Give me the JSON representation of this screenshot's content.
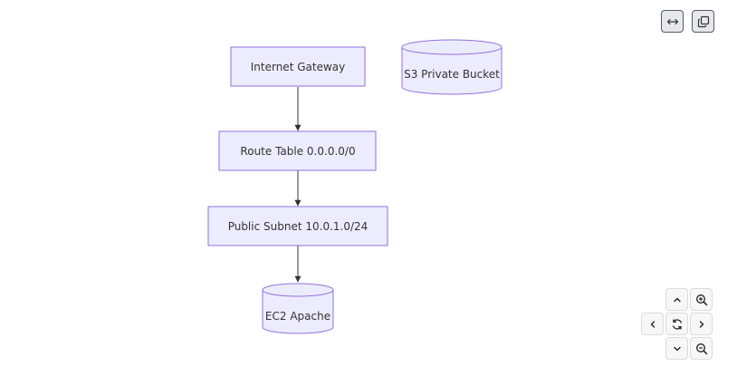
{
  "nodes": {
    "internet_gateway": "Internet Gateway",
    "s3_bucket": "S3 Private Bucket",
    "route_table": "Route Table 0.0.0.0/0",
    "public_subnet": "Public Subnet 10.0.1.0/24",
    "ec2": "EC2 Apache"
  },
  "edges": [
    {
      "from": "internet_gateway",
      "to": "route_table"
    },
    {
      "from": "route_table",
      "to": "public_subnet"
    },
    {
      "from": "public_subnet",
      "to": "ec2"
    }
  ],
  "toolbar": {
    "fit_icon": "arrows-horizontal-icon",
    "copy_icon": "copy-icon"
  },
  "navigation": {
    "pan_up_icon": "chevron-up-icon",
    "zoom_in_icon": "zoom-in-icon",
    "pan_left_icon": "chevron-left-icon",
    "reset_icon": "refresh-icon",
    "pan_right_icon": "chevron-right-icon",
    "pan_down_icon": "chevron-down-icon",
    "zoom_out_icon": "zoom-out-icon"
  },
  "colors": {
    "node_fill": "#ECECFF",
    "node_stroke": "#9370DB",
    "edge": "#333333"
  }
}
